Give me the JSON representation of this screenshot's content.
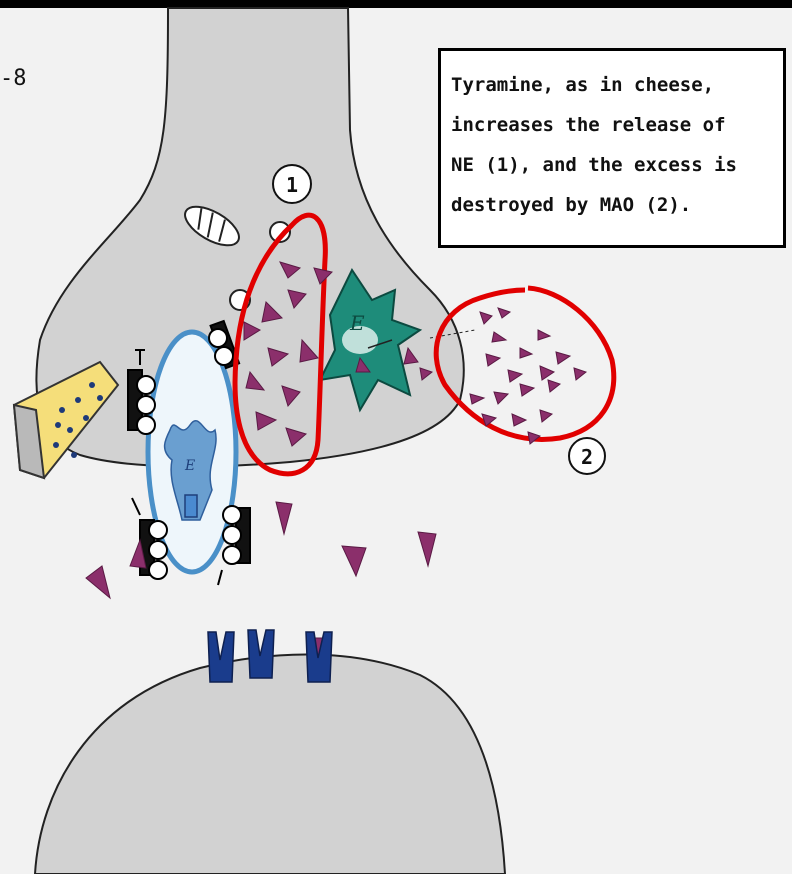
{
  "figure": {
    "fig_label": "-8",
    "caption_lines": [
      "Tyramine, as in cheese,",
      "increases the release of",
      "NE (1), and the excess is",
      "destroyed by MAO (2)."
    ],
    "marker_1": "1",
    "marker_2": "2",
    "enzyme_letter": "E",
    "colors": {
      "neuron": "#d2d2d2",
      "outline": "#222222",
      "highlight_red": "#e10000",
      "ne_molecule": "#8b2f6b",
      "mao_enzyme": "#1e8c7a",
      "vesicle_fill": "#eef6fb",
      "vesicle_ring": "#4a90c8",
      "receptor": "#1a3c8c",
      "cheese": "#f5de7a"
    }
  }
}
